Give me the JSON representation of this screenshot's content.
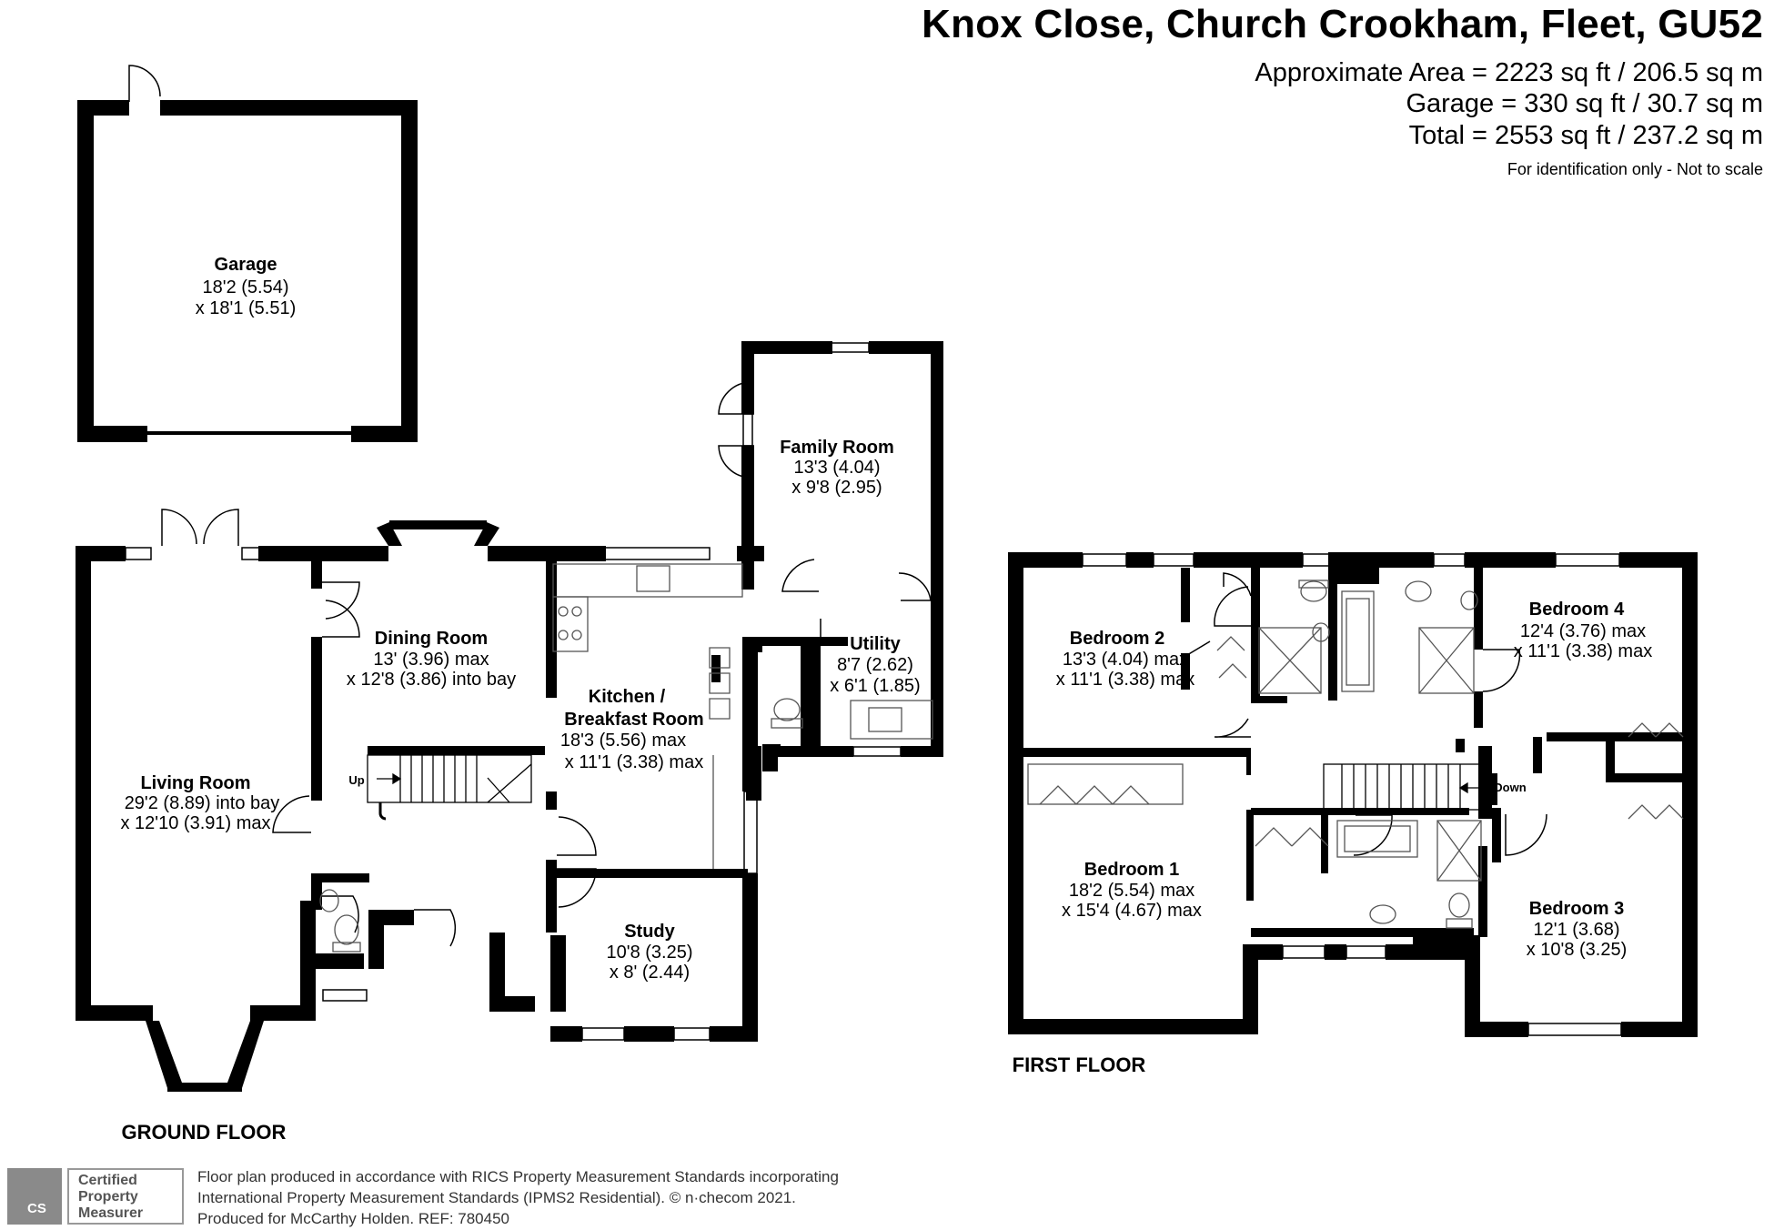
{
  "header": {
    "title": "Knox Close, Church Crookham, Fleet, GU52",
    "approx_area": "Approximate Area = 2223 sq ft / 206.5 sq m",
    "garage_area": "Garage = 330 sq ft / 30.7 sq m",
    "total_area": "Total = 2553 sq ft / 237.2 sq m",
    "disclaimer": "For identification only - Not to scale"
  },
  "ground_floor": {
    "label": "GROUND FLOOR",
    "rooms": {
      "garage": {
        "name": "Garage",
        "dim1": "18'2 (5.54)",
        "dim2": "x 18'1 (5.51)"
      },
      "family_room": {
        "name": "Family Room",
        "dim1": "13'3 (4.04)",
        "dim2": "x 9'8 (2.95)"
      },
      "dining_room": {
        "name": "Dining Room",
        "dim1": "13' (3.96) max",
        "dim2": "x 12'8 (3.86) into bay"
      },
      "utility": {
        "name": "Utility",
        "dim1": "8'7 (2.62)",
        "dim2": "x 6'1 (1.85)"
      },
      "kitchen": {
        "name1": "Kitchen /",
        "name2": "Breakfast Room",
        "dim1": "18'3 (5.56) max",
        "dim2": "x 11'1 (3.38) max"
      },
      "living_room": {
        "name": "Living Room",
        "dim1": "29'2 (8.89) into bay",
        "dim2": "x 12'10 (3.91) max"
      },
      "study": {
        "name": "Study",
        "dim1": "10'8 (3.25)",
        "dim2": "x 8' (2.44)"
      }
    },
    "stairs_label": "Up"
  },
  "first_floor": {
    "label": "FIRST FLOOR",
    "rooms": {
      "bedroom2": {
        "name": "Bedroom 2",
        "dim1": "13'3 (4.04) max",
        "dim2": "x 11'1 (3.38) max"
      },
      "bedroom4": {
        "name": "Bedroom 4",
        "dim1": "12'4 (3.76) max",
        "dim2": "x 11'1 (3.38) max"
      },
      "bedroom1": {
        "name": "Bedroom 1",
        "dim1": "18'2 (5.54) max",
        "dim2": "x 15'4 (4.67) max"
      },
      "bedroom3": {
        "name": "Bedroom 3",
        "dim1": "12'1 (3.68)",
        "dim2": "x 10'8 (3.25)"
      }
    },
    "stairs_label": "Down"
  },
  "footer": {
    "badge_line1": "Certified",
    "badge_line2": "Property",
    "badge_line3": "Measurer",
    "badge_logo": "CS",
    "line1": "Floor plan produced in accordance with RICS Property Measurement Standards incorporating",
    "line2": "International Property Measurement Standards (IPMS2 Residential).   © n·checom 2021.",
    "line3": "Produced for McCarthy Holden.   REF: 780450"
  },
  "colors": {
    "wall": "#000000",
    "background": "#ffffff",
    "fixture": "#555555"
  }
}
